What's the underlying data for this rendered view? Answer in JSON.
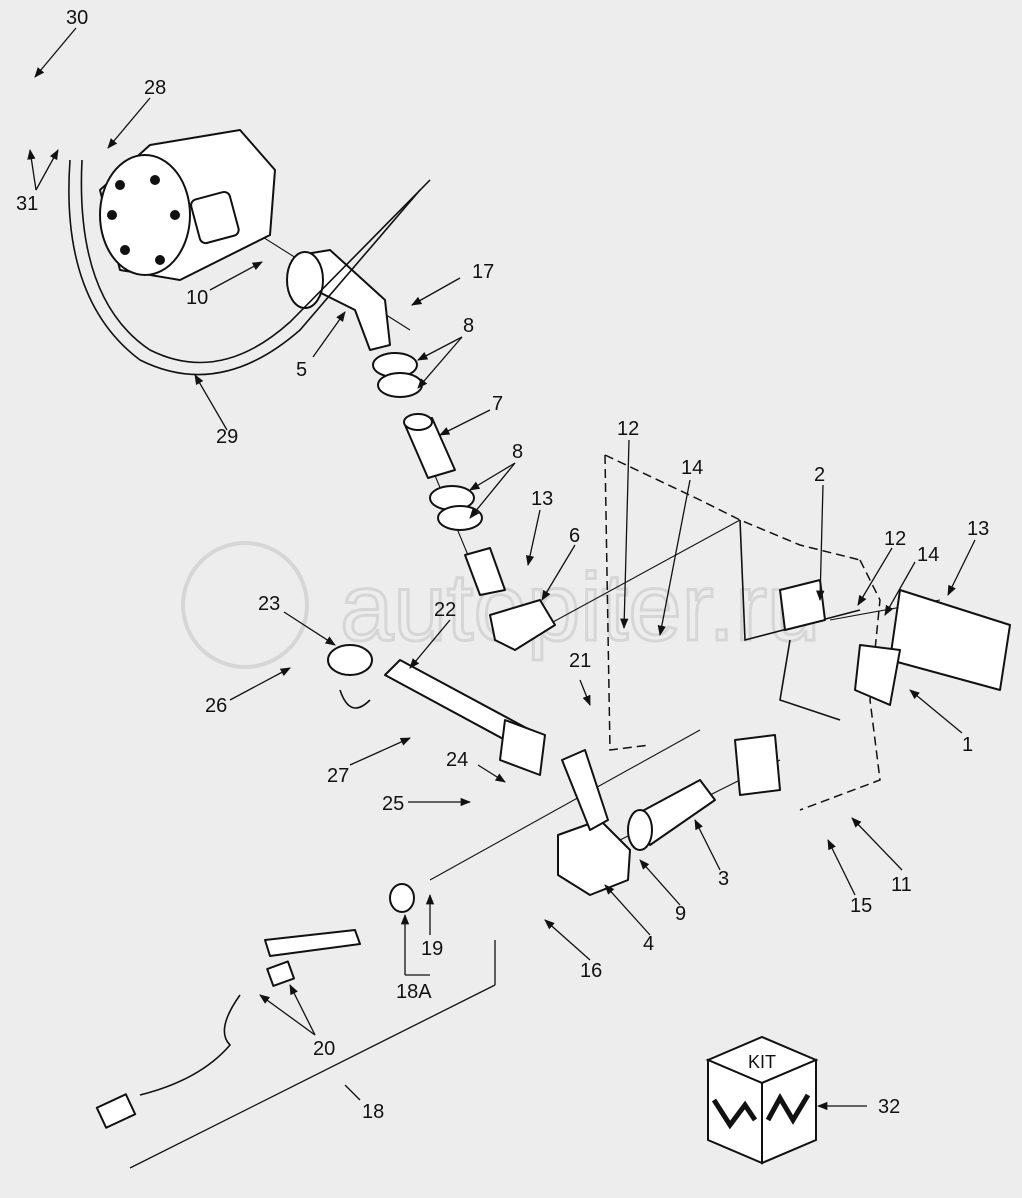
{
  "watermark": {
    "text": "autopiter.ru"
  },
  "kit": {
    "label": "KIT"
  },
  "callouts": {
    "c1": "1",
    "c2": "2",
    "c3": "3",
    "c4": "4",
    "c5": "5",
    "c6": "6",
    "c7": "7",
    "c8a": "8",
    "c8b": "8",
    "c9": "9",
    "c10": "10",
    "c11": "11",
    "c12a": "12",
    "c12b": "12",
    "c13a": "13",
    "c13b": "13",
    "c14a": "14",
    "c14b": "14",
    "c15": "15",
    "c16": "16",
    "c17": "17",
    "c18": "18",
    "c18a": "18A",
    "c19": "19",
    "c20": "20",
    "c21": "21",
    "c22": "22",
    "c23": "23",
    "c24": "24",
    "c25": "25",
    "c26": "26",
    "c27": "27",
    "c28": "28",
    "c29": "29",
    "c30": "30",
    "c31": "31",
    "c32": "32"
  }
}
